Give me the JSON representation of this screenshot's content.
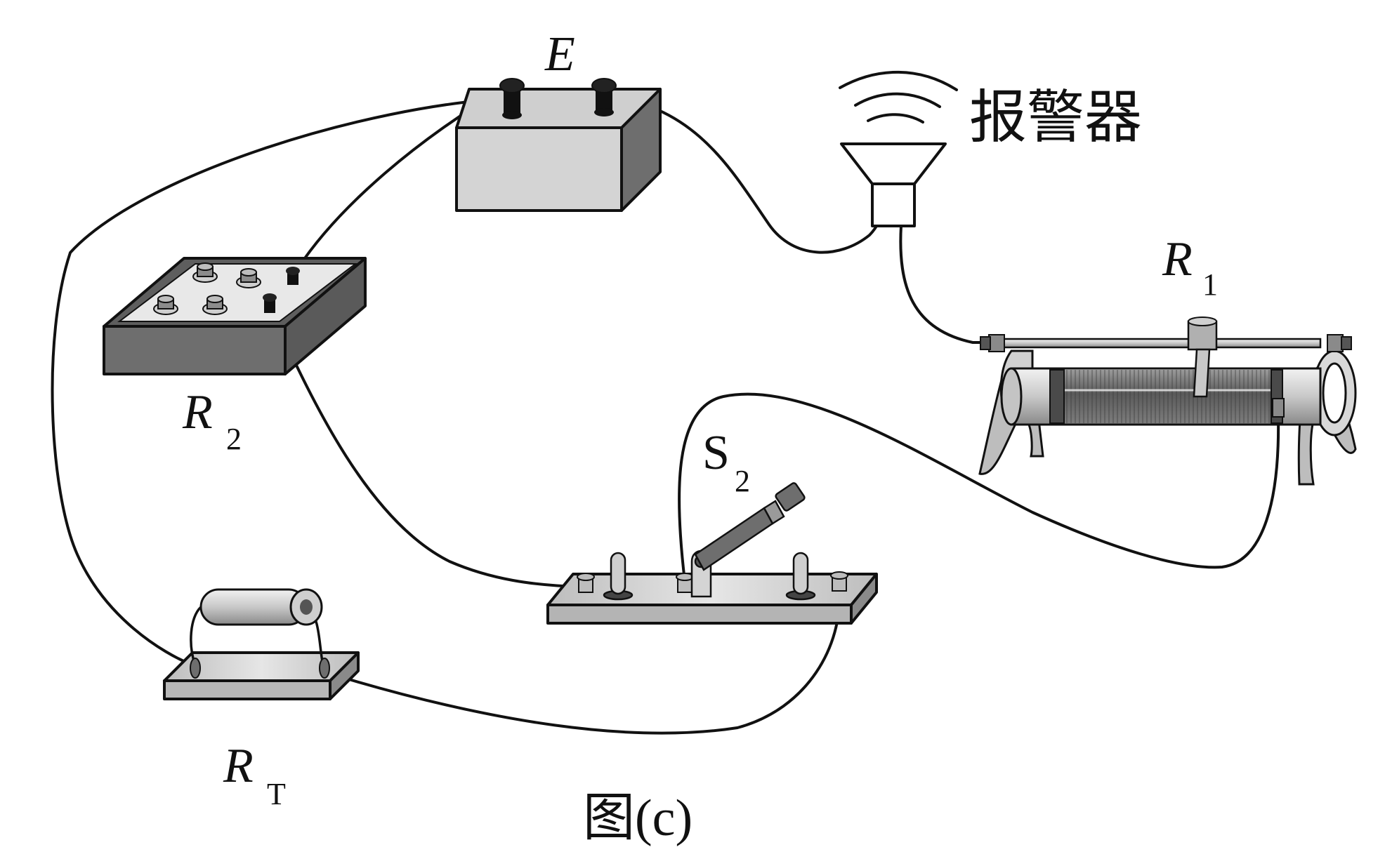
{
  "labels": {
    "battery": "E",
    "alarm": "报警器",
    "rheostat_main": "R",
    "rheostat_sub": "1",
    "resistance_box_main": "R",
    "resistance_box_sub": "2",
    "switch_main": "S",
    "switch_sub": "2",
    "thermistor_main": "R",
    "thermistor_sub": "T",
    "caption": "图(c)"
  },
  "colors": {
    "line": "#111111",
    "light_gray": "#d4d4d4",
    "mid_gray": "#a8a8a8",
    "dark_gray": "#6e6e6e",
    "background": "#ffffff"
  }
}
